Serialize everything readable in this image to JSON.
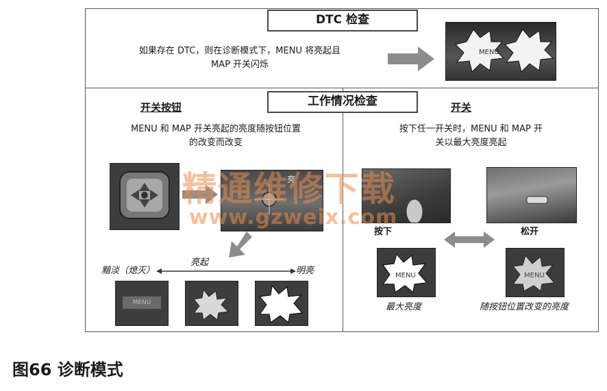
{
  "dtc_section": {
    "title": "DTC 检查",
    "line1": "如果存在 DTC，则在诊断模式下，MENU 将亮起且",
    "line2": "MAP 开关闪烁"
  },
  "work_section": {
    "title": "工作情况检查"
  },
  "left_panel": {
    "heading": "开关按钮",
    "desc_line1": "MENU 和 MAP 开关亮起的亮度随按钮位置",
    "desc_line2": "的改变而改变",
    "photo_label": "亮",
    "scale_left": "黯淡（熄灭）",
    "scale_mid": "亮起",
    "scale_right": "明亮"
  },
  "right_panel": {
    "heading": "开关",
    "desc_line1": "按下任一开关时，MENU 和 MAP 开",
    "desc_line2": "关以最大亮度亮起",
    "press_label": "按下",
    "release_label": "松开",
    "max_label": "最大亮度",
    "vary_label": "随按钮位置改变的亮度"
  },
  "button_text": "MENU",
  "watermark": {
    "cn": "精通维修下载",
    "url": "www.gzweix.com"
  },
  "caption": "图66  诊断模式",
  "colors": {
    "border": "#555555",
    "arrow": "#8c8c8c",
    "photo_dark": "#3a3a3a",
    "watermark": "#e68c50"
  }
}
